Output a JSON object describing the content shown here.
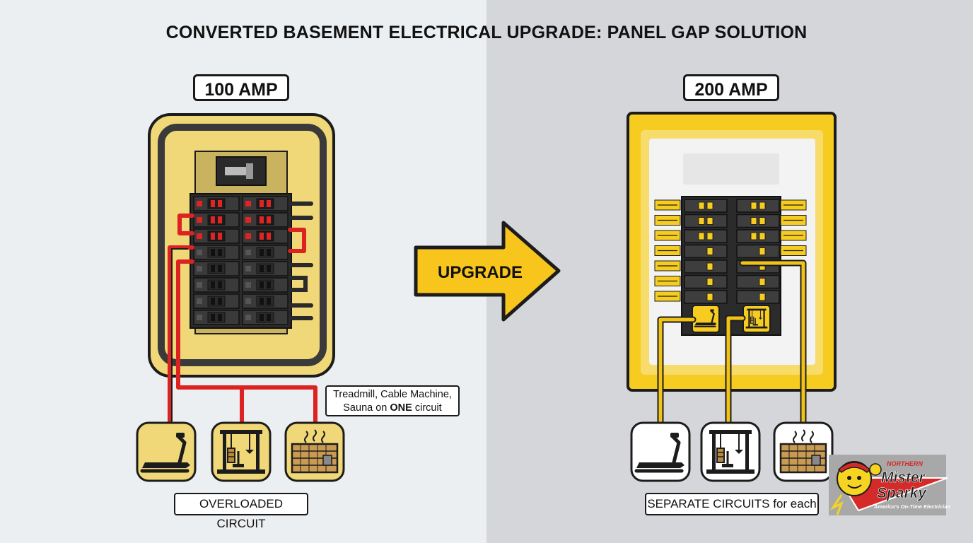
{
  "title": "CONVERTED BASEMENT ELECTRICAL UPGRADE: PANEL GAP SOLUTION",
  "before": {
    "panel_label": "100 AMP",
    "callout_line1": "Treadmill, Cable Machine,",
    "callout_line2_pre": "Sauna on ",
    "callout_line2_emph": "ONE",
    "callout_line2_post": " circuit",
    "bottom_label": "OVERLOADED CIRCUIT",
    "wire_color": "#dd2222",
    "equipment": [
      "treadmill-icon",
      "cable-machine-icon",
      "sauna-icon"
    ]
  },
  "arrow": {
    "label": "UPGRADE",
    "color": "#f7c51c"
  },
  "after": {
    "panel_label": "200 AMP",
    "bottom_label": "SEPARATE CIRCUITS for each",
    "wire_color": "#f2c316",
    "equipment": [
      "treadmill-icon",
      "cable-machine-icon",
      "sauna-icon"
    ]
  },
  "logo": {
    "line1": "NORTHERN",
    "line2": "Mister",
    "line3": "Sparky",
    "tagline": "America's On-Time Electrician"
  },
  "colors": {
    "panel_yellow": "#f0d777",
    "bright_yellow": "#f5cc1f",
    "dark": "#1c1c1c",
    "red": "#dd2222"
  }
}
